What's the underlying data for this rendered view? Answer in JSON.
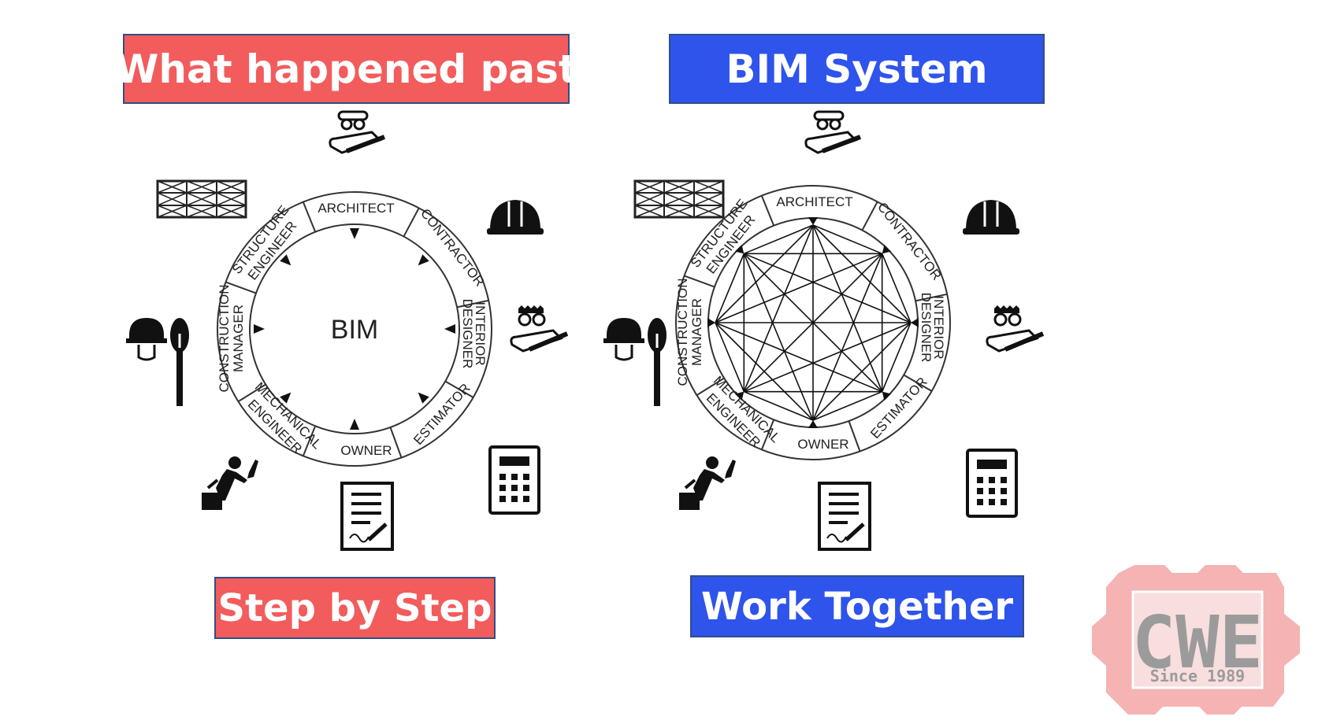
{
  "banners": {
    "past": "What happened past",
    "bim": "BIM System",
    "step": "Step by Step",
    "together": "Work Together"
  },
  "colors": {
    "red_banner": "#f25c5c",
    "blue_banner": "#2f54eb",
    "logo_pink": "#f4a6a6",
    "logo_gray": "#8a8a8a"
  },
  "left_diagram": {
    "center": "BIM",
    "roles": {
      "architect": "ARCHITECT",
      "contractor": "CONTRACTOR",
      "interior_1": "INTERIOR",
      "interior_2": "DESIGNER",
      "estimator": "ESTIMATOR",
      "owner": "OWNER",
      "mechanical_1": "MECHANICAL",
      "mechanical_2": "ENGINEER",
      "construction_1": "CONSTRUCTION",
      "construction_2": "MANAGER",
      "structure_1": "STRUCTURE",
      "structure_2": "ENGINEER"
    }
  },
  "right_diagram": {
    "roles": {
      "architect": "ARCHITECT",
      "contractor": "CONTRACTOR",
      "interior_1": "INTERIOR",
      "interior_2": "DESIGNER",
      "estimator": "ESTIMATOR",
      "owner": "OWNER",
      "mechanical_1": "MECHANICAL",
      "mechanical_2": "ENGINEER",
      "construction_1": "CONSTRUCTION",
      "construction_2": "MANAGER",
      "structure_1": "STRUCTURE",
      "structure_2": "ENGINEER"
    }
  },
  "icons": [
    "hardhat-icon",
    "scaffold-icon",
    "architect-icon",
    "designer-icon",
    "calculator-icon",
    "document-icon",
    "worker-icon",
    "shovel-icon"
  ],
  "logo": {
    "letters": "CWE",
    "since": "Since 1989"
  }
}
